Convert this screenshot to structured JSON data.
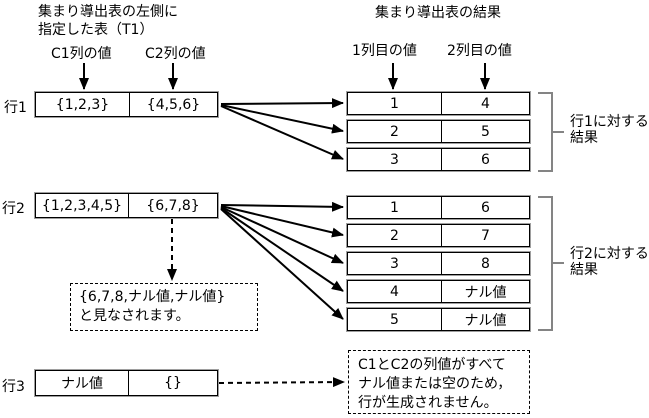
{
  "left_panel": {
    "title_line1": "集まり導出表の左側に",
    "title_line2": "指定した表（T1）",
    "col1_label": "C1列の値",
    "col2_label": "C2列の値",
    "rows": [
      {
        "label": "行1",
        "c1": "{1,2,3}",
        "c2": "{4,5,6}"
      },
      {
        "label": "行2",
        "c1": "{1,2,3,4,5}",
        "c2": "{6,7,8}"
      },
      {
        "label": "行3",
        "c1": "ナル値",
        "c2": "{}"
      }
    ],
    "row2_note_line1": "{6,7,8,ナル値,ナル値}",
    "row2_note_line2": "と見なされます。"
  },
  "right_panel": {
    "title": "集まり導出表の結果",
    "col1_label": "1列目の値",
    "col2_label": "2列目の値",
    "group1_rows": [
      [
        "1",
        "4"
      ],
      [
        "2",
        "5"
      ],
      [
        "3",
        "6"
      ]
    ],
    "group1_label_line1": "行1に対する",
    "group1_label_line2": "結果",
    "group2_rows": [
      [
        "1",
        "6"
      ],
      [
        "2",
        "7"
      ],
      [
        "3",
        "8"
      ],
      [
        "4",
        "ナル値"
      ],
      [
        "5",
        "ナル値"
      ]
    ],
    "group2_label_line1": "行2に対する",
    "group2_label_line2": "結果",
    "row3_note_line1": "C1とC2の列値がすべて",
    "row3_note_line2": "ナル値または空のため，",
    "row3_note_line3": "行が生成されません。"
  },
  "colors": {
    "line": "#000000",
    "bracket": "#848484",
    "box_shadow": "#9e9e9e"
  }
}
